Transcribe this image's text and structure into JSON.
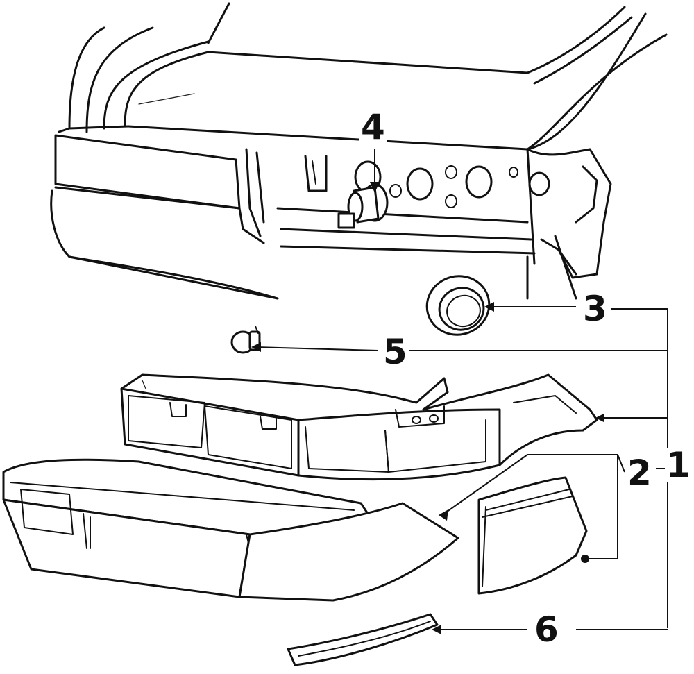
{
  "callouts": [
    {
      "id": "c1",
      "label": "1"
    },
    {
      "id": "c2",
      "label": "2"
    },
    {
      "id": "c3",
      "label": "3"
    },
    {
      "id": "c4",
      "label": "4"
    },
    {
      "id": "c5",
      "label": "5"
    },
    {
      "id": "c6",
      "label": "6"
    }
  ],
  "colors": {
    "line": "#111111",
    "background": "#ffffff"
  }
}
